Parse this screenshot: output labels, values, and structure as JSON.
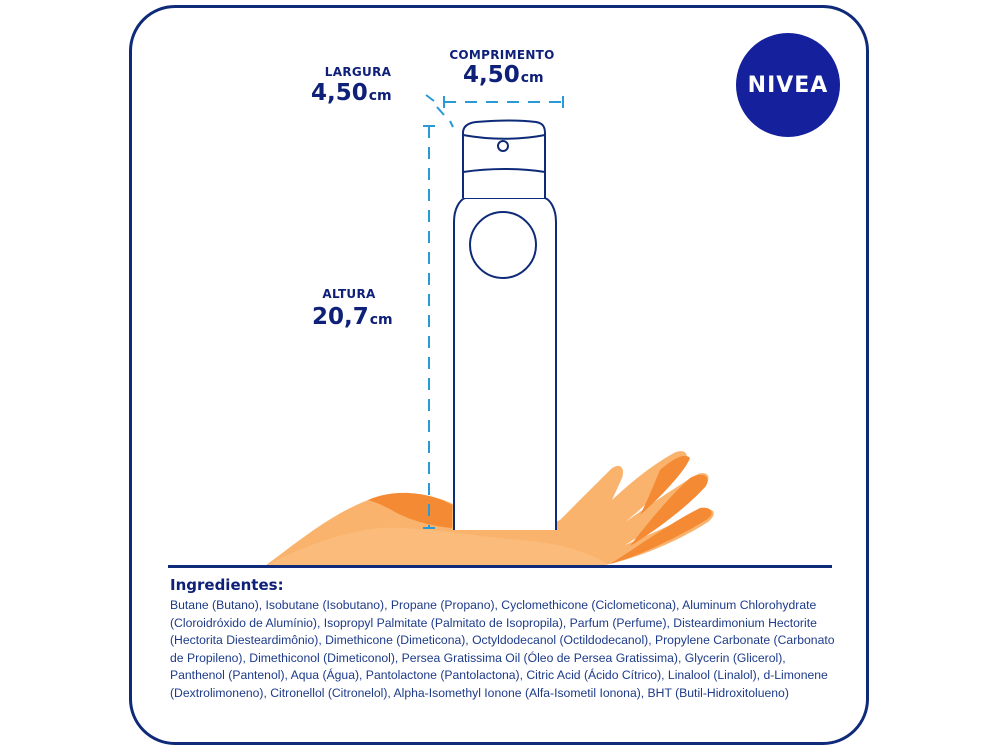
{
  "brand": {
    "logo_text": "NIVEA",
    "logo_color": "#14209c"
  },
  "dimensions": {
    "largura": {
      "label": "LARGURA",
      "value": "4,50",
      "unit": "cm"
    },
    "comprimento": {
      "label": "COMPRIMENTO",
      "value": "4,50",
      "unit": "cm"
    },
    "altura": {
      "label": "ALTURA",
      "value": "20,7",
      "unit": "cm"
    }
  },
  "ingredients": {
    "title": "Ingredientes:",
    "text": "Butane (Butano), Isobutane (Isobutano), Propane (Propano), Cyclomethicone (Ciclometicona), Aluminum Chlorohydrate (Cloroidróxido de Alumínio), Isopropyl Palmitate (Palmitato de Isopropila), Parfum (Perfume), Disteardimonium Hectorite (Hectorita Diesteardimônio), Dimethicone (Dimeticona), Octyldodecanol (Octildodecanol), Propylene Carbonate (Carbonato de Propileno), Dimethiconol (Dimeticonol), Persea Gratissima Oil (Óleo de Persea Gratissima), Glycerin (Glicerol), Panthenol (Pantenol), Aqua (Água), Pantolactone (Pantolactona), Citric Acid (Ácido Cítrico), Linalool (Linalol), d-Limonene (Dextrolimoneno), Citronellol (Citronelol), Alpha-Isomethyl Ionone (Alfa-Isometil Ionona), BHT (Butil-Hidroxitolueno)"
  },
  "colors": {
    "navy": "#0e2a78",
    "dash_blue": "#2a9ad6",
    "skin_light": "#f9b36c",
    "skin_dark": "#f58a35"
  }
}
